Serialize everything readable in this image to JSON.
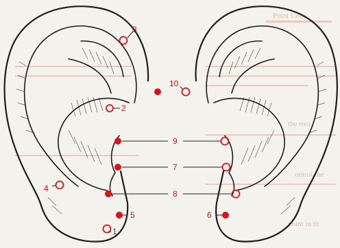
{
  "point_labels": {
    "p1": "1",
    "p2": "2",
    "p3": "3",
    "p4": "4",
    "p5": "5",
    "p6": "6",
    "p7": "7",
    "p8": "8",
    "p9": "9",
    "p10": "10"
  },
  "colors": {
    "point": "#d8131b",
    "line": "#1c1c1c",
    "background": "#f4f2ec"
  },
  "bleed_through": {
    "line1": "Point Conc",
    "line2": "the trea",
    "line3": "ontrol the",
    "line4": "point in th"
  }
}
